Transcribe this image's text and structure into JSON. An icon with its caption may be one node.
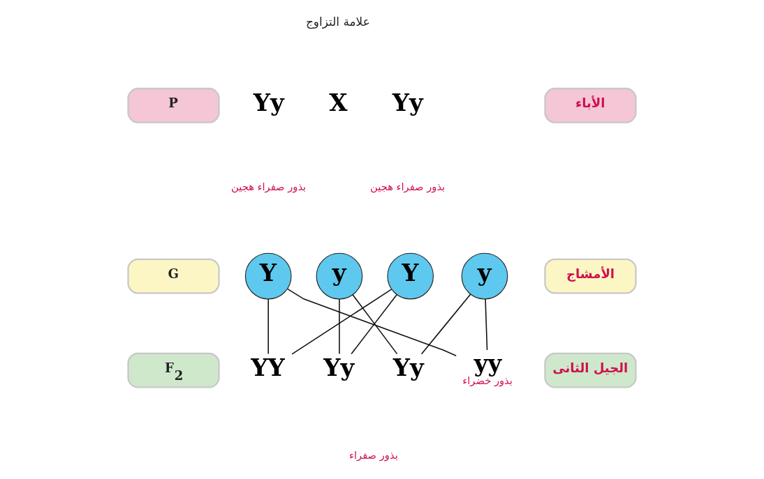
{
  "diagram": {
    "nodes": [
      {
        "text": [
          "P"
        ]
      },
      {
        "text": [
          "الأباء"
        ]
      },
      {
        "text": [
          "G"
        ]
      },
      {
        "text": [
          "الأمشاج"
        ]
      },
      {
        "text": [
          "F$_{2}$"
        ]
      },
      {
        "text": [
          "الجيل الثانى"
        ]
      },
      {
        "text": [
          "Y"
        ]
      },
      {
        "text": [
          "y"
        ]
      },
      {
        "text": [
          "Y"
        ]
      },
      {
        "text": [
          "y"
        ]
      },
      {
        "text": [
          "YY"
        ]
      },
      {
        "text": [
          "Yy"
        ]
      },
      {
        "text": [
          "Yy"
        ]
      },
      {
        "text": [
          "yy"
        ],
        "beside": [
          "بذور خضراء"
        ]
      }
    ],
    "edges": [
      {
        "from": 6,
        "to": 10,
        "arrow": "none"
      },
      {
        "from": 6,
        "to": 13,
        "arrow": "none"
      },
      {
        "from": 7,
        "to": 11,
        "arrow": "none"
      },
      {
        "from": 7,
        "to": 12,
        "arrow": "none"
      },
      {
        "from": 8,
        "to": 10,
        "arrow": "none"
      },
      {
        "from": 8,
        "to": 11,
        "arrow": "none"
      },
      {
        "from": 9,
        "to": 12,
        "arrow": "none"
      },
      {
        "from": 9,
        "to": 13,
        "arrow": "none"
      }
    ],
    "labels": [
      "علامة التزاوج",
      "Yy",
      "X",
      "Yy",
      "بذور صفراء هجين",
      "بذور صفراء هجين",
      "بذور صفراء"
    ]
  }
}
